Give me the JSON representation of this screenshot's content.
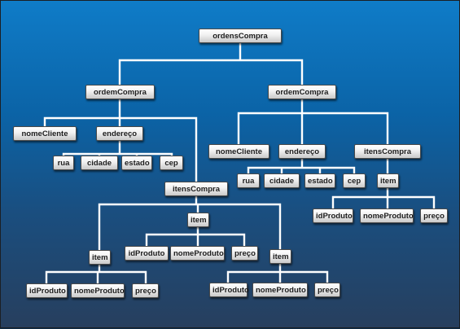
{
  "diagram": {
    "root": "ordensCompra",
    "left_order": {
      "label": "ordemCompra",
      "nome_cliente": "nomeCliente",
      "endereco": "endereço",
      "rua": "rua",
      "cidade": "cidade",
      "estado": "estado",
      "cep": "cep",
      "itens_compra": "itensCompra",
      "item_center": {
        "label": "item",
        "id_produto": "idProduto",
        "nome_produto": "nomeProduto",
        "preco": "preço"
      },
      "item_left": {
        "label": "item",
        "id_produto": "idProduto",
        "nome_produto": "nomeProduto",
        "preco": "preço"
      },
      "item_right": {
        "label": "item",
        "id_produto": "idProduto",
        "nome_produto": "nomeProduto",
        "preco": "preço"
      }
    },
    "right_order": {
      "label": "ordemCompra",
      "nome_cliente": "nomeCliente",
      "endereco": "endereço",
      "rua": "rua",
      "cidade": "cidade",
      "estado": "estado",
      "cep": "cep",
      "itens_compra": "itensCompra",
      "item": {
        "label": "item",
        "id_produto": "idProduto",
        "nome_produto": "nomeProduto",
        "preco": "preço"
      }
    }
  }
}
